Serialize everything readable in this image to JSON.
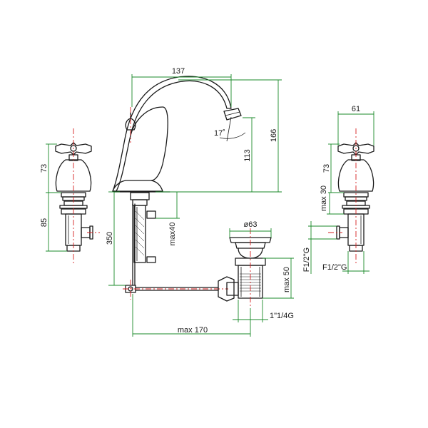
{
  "dimensions": {
    "spout_reach": "137",
    "spout_angle": "17˚",
    "spout_height": "113",
    "total_height": "166",
    "left_handle_height": "73",
    "left_valve_height": "85",
    "rod_length": "350",
    "max_deck_40": "max40",
    "waste_diameter": "ø63",
    "waste_max_50": "max 50",
    "waste_thread": "1\"1/4G",
    "rod_max_170": "max 170",
    "right_width": "61",
    "right_handle_height": "73",
    "right_max_30": "max 30",
    "right_thread_f": "F1/2\"G",
    "right_thread_f2": "F1/2\"G"
  },
  "colors": {
    "outline": "#1a1a1a",
    "centerline": "#d62020",
    "dimension": "#1a8a2a"
  }
}
